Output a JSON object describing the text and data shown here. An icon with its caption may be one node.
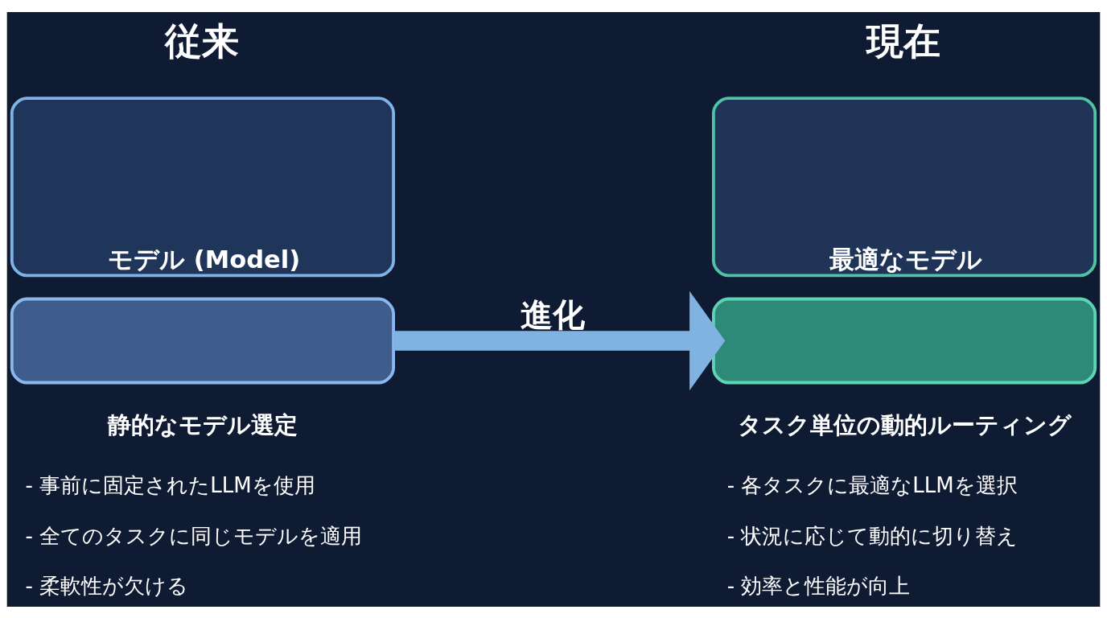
{
  "diagram": {
    "nodes": [
      {
        "text": [
          "モデル (Model)"
        ]
      },
      {
        "text": [],
        "shape": "box"
      },
      {
        "text": [
          "最適なモデル"
        ]
      },
      {
        "text": [],
        "shape": "box"
      }
    ],
    "edges": [
      {
        "from": 1,
        "to": 3,
        "arrow": "to",
        "label": "進化"
      }
    ],
    "labels": [
      "従来",
      "現在",
      "静的なモデル選定",
      "タスク単位の動的ルーティング",
      "- 事前に固定されたLLMを使用",
      "- 全てのタスクに同じモデルを適用",
      "- 柔軟性が欠ける",
      "- 各タスクに最適なLLMを選択",
      "- 状況に応じて動的に切り替え",
      "- 効率と性能が向上"
    ]
  }
}
